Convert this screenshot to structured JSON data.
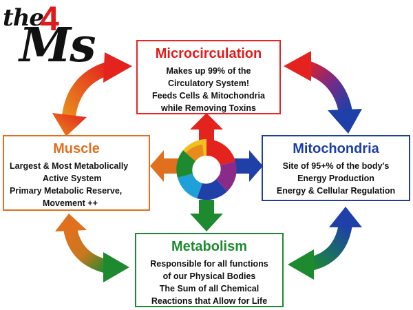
{
  "logo": {
    "the": "the",
    "four": "4",
    "ms": "Ms"
  },
  "boxes": {
    "microcirculation": {
      "title": "Microcirculation",
      "lines": [
        "Makes up 99% of the",
        "Circulatory System!",
        "Feeds Cells & Mitochondria",
        "while Removing Toxins"
      ]
    },
    "muscle": {
      "title": "Muscle",
      "lines": [
        "Largest & Most Metabolically",
        "Active System",
        "Primary Metabolic Reserve,",
        "Movement ++"
      ]
    },
    "mitochondria": {
      "title": "Mitochondria",
      "lines": [
        "Site of 95+% of the body's",
        "Energy Production",
        "Energy & Cellular Regulation"
      ]
    },
    "metabolism": {
      "title": "Metabolism",
      "lines": [
        "Responsible for all functions",
        "of our Physical Bodies",
        "The Sum of all Chemical",
        "Reactions that Allow for Life"
      ]
    }
  },
  "colors": {
    "red": "#e82424",
    "orange": "#e07020",
    "blue": "#1f3f9f",
    "green": "#1d8a33",
    "purple": "#6a2b8a"
  }
}
